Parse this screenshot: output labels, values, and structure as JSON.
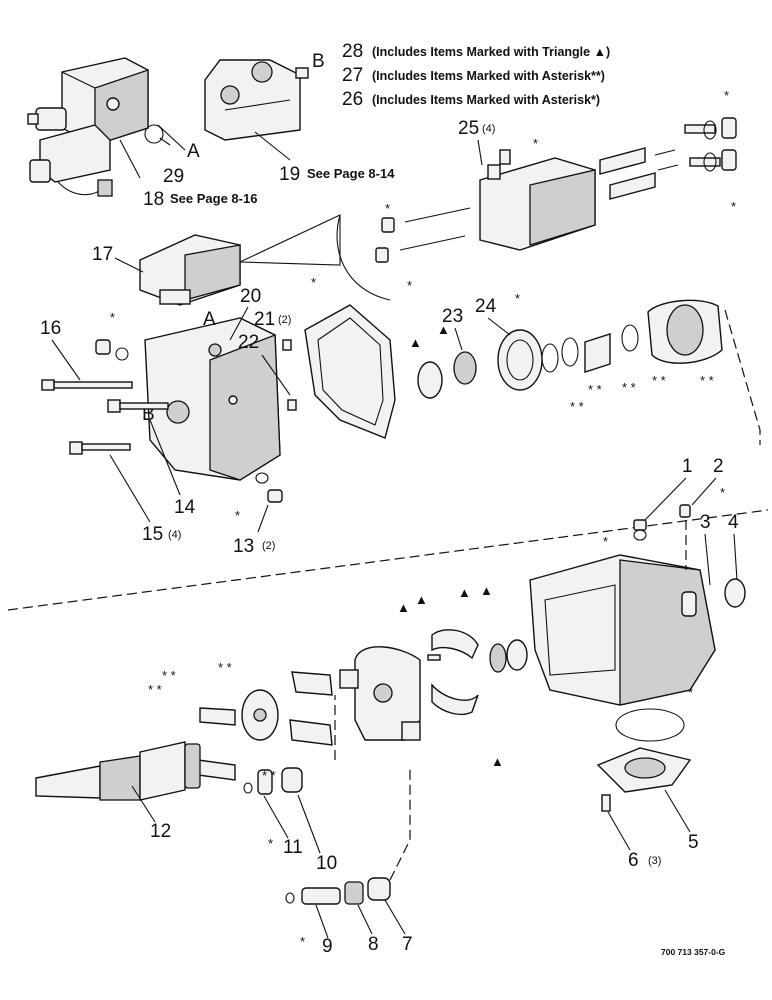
{
  "legend": {
    "l28_num": "28",
    "l28_text": "(Includes Items Marked with Triangle ▲)",
    "l27_num": "27",
    "l27_text": "(Includes Items Marked with Asterisk**)",
    "l26_num": "26",
    "l26_text": "(Includes Items Marked with Asterisk*)"
  },
  "refs": {
    "r18": "See Page 8-16",
    "r19": "See Page 8-14"
  },
  "port_labels": {
    "a": "A",
    "b": "B"
  },
  "callouts": {
    "n1": "1",
    "n2": "2",
    "n3": "3",
    "n4": "4",
    "n5": "5",
    "n6": "6",
    "n6q": "(3)",
    "n7": "7",
    "n8": "8",
    "n9": "9",
    "n10": "10",
    "n11": "11",
    "n12": "12",
    "n13": "13",
    "n13q": "(2)",
    "n14": "14",
    "n15": "15",
    "n15q": "(4)",
    "n16": "16",
    "n17": "17",
    "n18": "18",
    "n19": "19",
    "n20": "20",
    "n21": "21",
    "n21q": "(2)",
    "n22": "22",
    "n23": "23",
    "n24": "24",
    "n25": "25",
    "n25q": "(4)",
    "n29": "29"
  },
  "marks": {
    "single": "*",
    "double": "* *",
    "tri": "▲"
  },
  "drawing_code": "700 713 357-0-G"
}
